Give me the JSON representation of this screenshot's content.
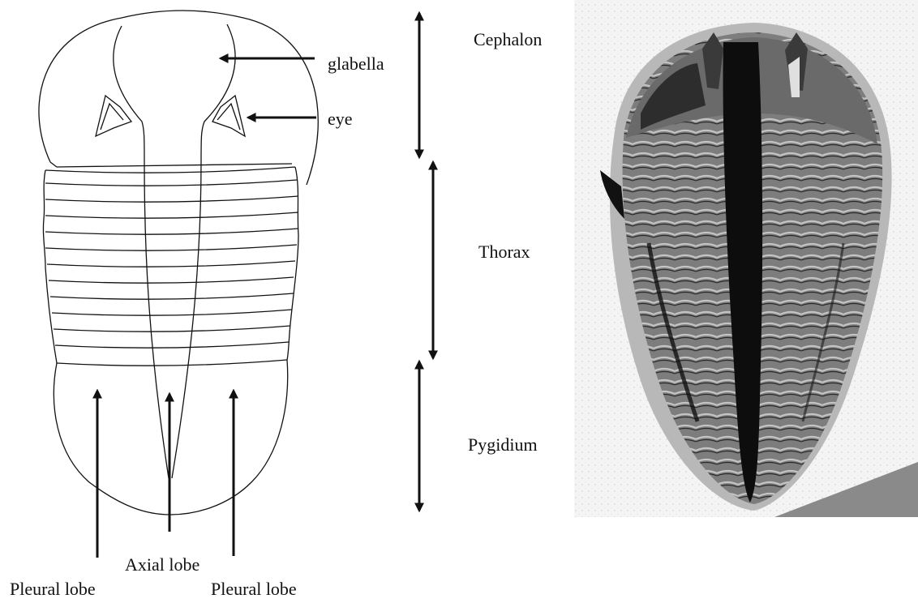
{
  "labels": {
    "glabella": "glabella",
    "eye": "eye",
    "cephalon": "Cephalon",
    "thorax": "Thorax",
    "pygidium": "Pygidium",
    "axial_lobe": "Axial lobe",
    "pleural_lobe_left": "Pleural lobe",
    "pleural_lobe_right": "Pleural lobe"
  },
  "colors": {
    "line": "#111111",
    "photo_background": "#f4f4f4",
    "fossil_dark_gray": "#7d7d7d",
    "fossil_light_gray": "#b8b8b8",
    "fossil_black": "#0d0d0d",
    "matrix_gray": "#8a8a8a"
  },
  "illustrations": {
    "drawing": "trilobite-line-drawing",
    "photo": "trilobite-fossil-photo"
  }
}
